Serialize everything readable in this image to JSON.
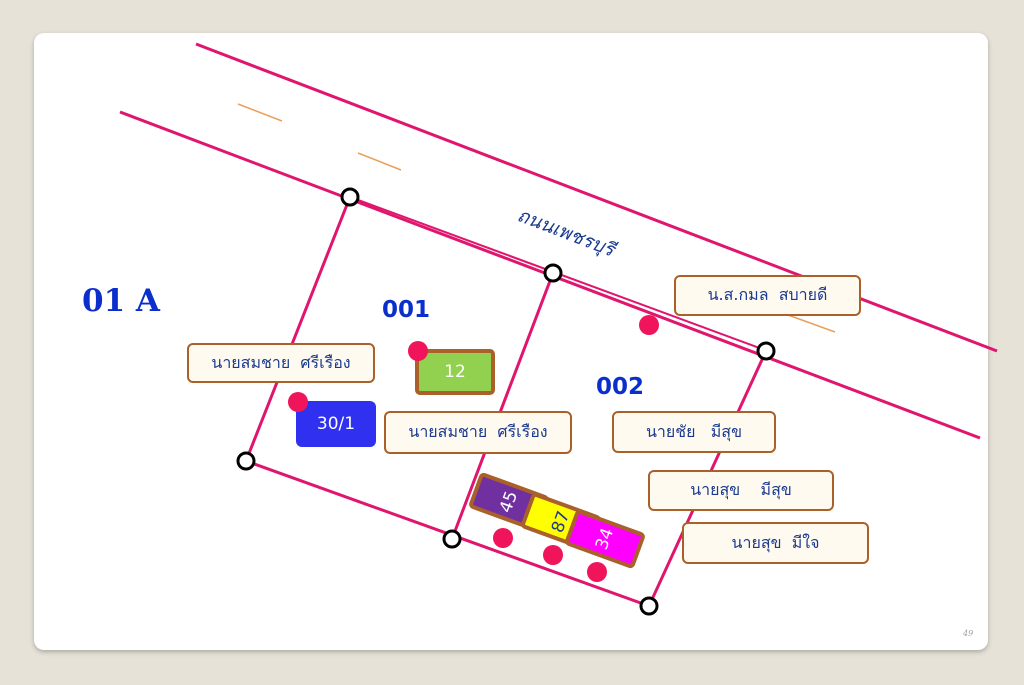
{
  "zone_label": "01 A",
  "road_name": "ถนนเพชรบุรี",
  "page_number": "49",
  "colors": {
    "road_line": "#e0156e",
    "boundary": "#e0156e",
    "dash": "#e8a05a",
    "code_text": "#0a2fcc",
    "box_border": "#a9602a",
    "box_text": "#1a3a8f",
    "pin": "#f0145a"
  },
  "parcels": [
    {
      "code": "001"
    },
    {
      "code": "002"
    }
  ],
  "owners": [
    "นายสมชาย  ศรีเรือง",
    "นายสมชาย  ศรีเรือง",
    "น.ส.กมล  สบายดี",
    "นายชัย   มีสุข",
    "นายสุข    มีสุข",
    "นายสุข  มีใจ"
  ],
  "houses": [
    {
      "number": "12",
      "fill": "#92d050",
      "border": "#a9602a",
      "text_color": "#ffffff"
    },
    {
      "number": "30/1",
      "fill": "#3030f0",
      "border": "#3030f0",
      "text_color": "#ffffff"
    },
    {
      "number": "45",
      "fill": "#7030a0",
      "border": "#a9602a",
      "text_color": "#ffffff"
    },
    {
      "number": "87",
      "fill": "#ffff00",
      "border": "#a9602a",
      "text_color": "#1a3a8f"
    },
    {
      "number": "34",
      "fill": "#ff00ff",
      "border": "#a9602a",
      "text_color": "#ffffff"
    }
  ],
  "icons": {
    "boundary_marker": "circle-marker-icon",
    "location_pin": "location-pin-icon"
  }
}
